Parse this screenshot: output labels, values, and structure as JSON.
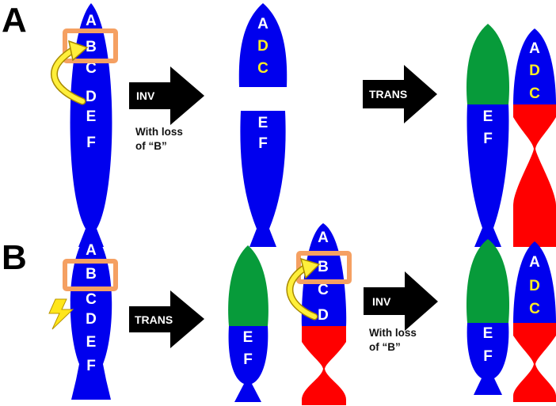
{
  "colors": {
    "chromosome": "#0000ee",
    "green": "#079b3a",
    "red": "#ff0000",
    "box": "#f5a062",
    "curved_arrow": "#ffef3b",
    "lightning": "#ffe61a",
    "block_arrow": "#000000"
  },
  "panel_a": {
    "label": "A",
    "chrom1": {
      "a": "A",
      "b": "B",
      "c": "C",
      "d": "D",
      "e": "E",
      "f": "F"
    },
    "inv_arrow": "INV",
    "inv_caption_1": "With loss",
    "inv_caption_2": "of “B”",
    "chrom2_top": {
      "a": "A",
      "d": "D",
      "c": "C"
    },
    "chrom2_bottom": {
      "e": "E",
      "f": "F"
    },
    "trans_arrow": "TRANS",
    "chrom3": {
      "e": "E",
      "f": "F"
    },
    "chrom4": {
      "a": "A",
      "d": "D",
      "c": "C"
    }
  },
  "panel_b": {
    "label": "B",
    "chrom1": {
      "a": "A",
      "b": "B",
      "c": "C",
      "d": "D",
      "e": "E",
      "f": "F"
    },
    "trans_arrow": "TRANS",
    "chrom2": {
      "e": "E",
      "f": "F"
    },
    "chrom3": {
      "a": "A",
      "b": "B",
      "c": "C",
      "d": "D"
    },
    "inv_arrow": "INV",
    "inv_caption_1": "With loss",
    "inv_caption_2": "of “B”",
    "chrom4": {
      "e": "E",
      "f": "F"
    },
    "chrom5": {
      "a": "A",
      "d": "D",
      "c": "C"
    }
  }
}
